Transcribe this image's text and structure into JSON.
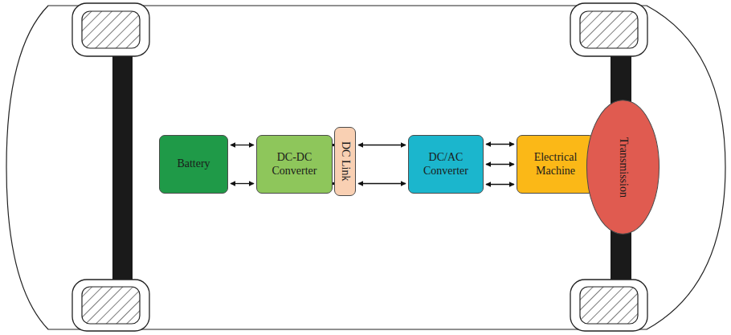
{
  "diagram": {
    "nodes": [
      {
        "text": [
          "Battery"
        ]
      },
      {
        "text": [
          "DC-DC Converter"
        ]
      },
      {
        "text": [
          "DC Link"
        ]
      },
      {
        "text": [
          "DC/AC Converter"
        ]
      },
      {
        "text": [
          "Electrical Machine"
        ]
      },
      {
        "text": [
          "Transmission"
        ]
      }
    ],
    "edges": [
      {
        "from": 0,
        "to": 1,
        "arrow": "both"
      },
      {
        "from": 0,
        "to": 1,
        "arrow": "both"
      },
      {
        "from": 1,
        "to": 2,
        "arrow": "both"
      },
      {
        "from": 1,
        "to": 2,
        "arrow": "both"
      },
      {
        "from": 2,
        "to": 3,
        "arrow": "both"
      },
      {
        "from": 2,
        "to": 3,
        "arrow": "both"
      },
      {
        "from": 3,
        "to": 4,
        "arrow": "both"
      },
      {
        "from": 3,
        "to": 4,
        "arrow": "both"
      },
      {
        "from": 3,
        "to": 4,
        "arrow": "both"
      }
    ]
  }
}
